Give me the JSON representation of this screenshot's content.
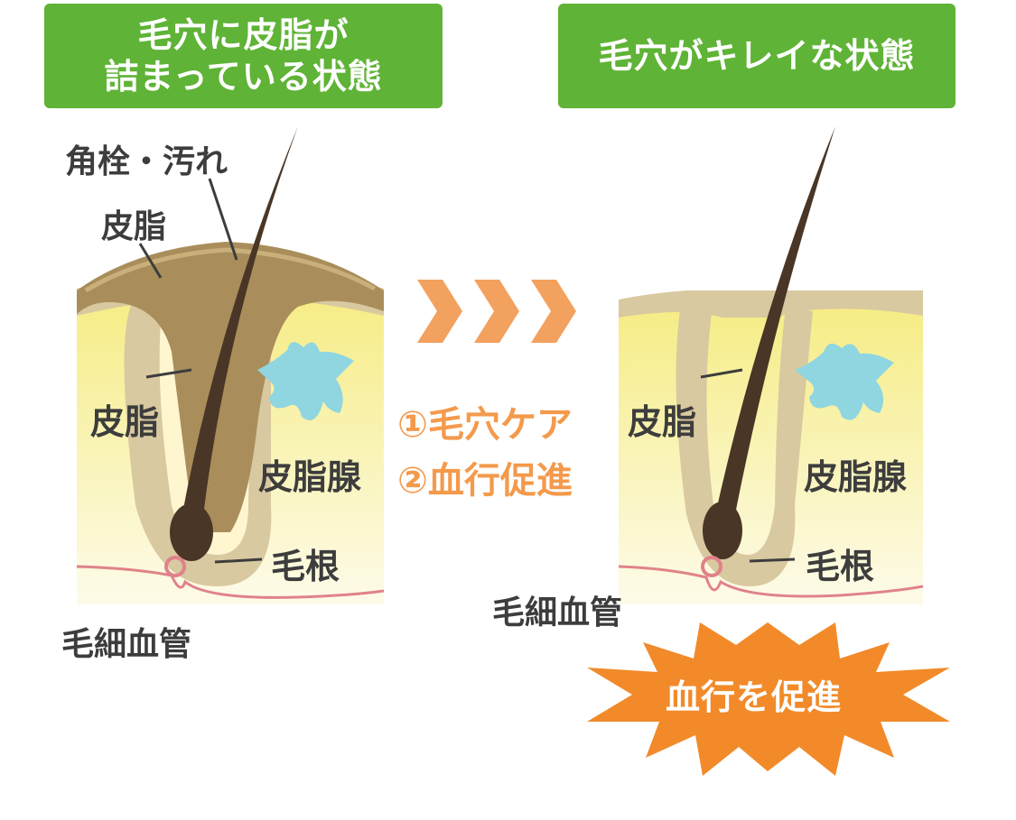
{
  "left": {
    "title_line1": "毛穴に皮脂が",
    "title_line2": "詰まっている状態",
    "label_plug": "角栓・汚れ",
    "label_sebum_top": "皮脂",
    "label_sebum": "皮脂",
    "label_gland": "皮脂腺",
    "label_root": "毛根",
    "label_capillary": "毛細血管"
  },
  "right": {
    "title": "毛穴がキレイな状態",
    "label_sebum": "皮脂",
    "label_gland": "皮脂腺",
    "label_root": "毛根",
    "label_capillary": "毛細血管",
    "burst": "血行を促進"
  },
  "middle": {
    "step1": "①毛穴ケア",
    "step2": "②血行促進"
  },
  "colors": {
    "banner_green": "#5fb336",
    "orange_text": "#f39a4c",
    "burst_orange": "#f28a2a",
    "skin_tan": "#d9c9a0",
    "sebum_brown": "#a98e5b",
    "gland_blue": "#8fd6e0",
    "hair_brown": "#4a3626",
    "capillary_pink": "#e0828a"
  }
}
